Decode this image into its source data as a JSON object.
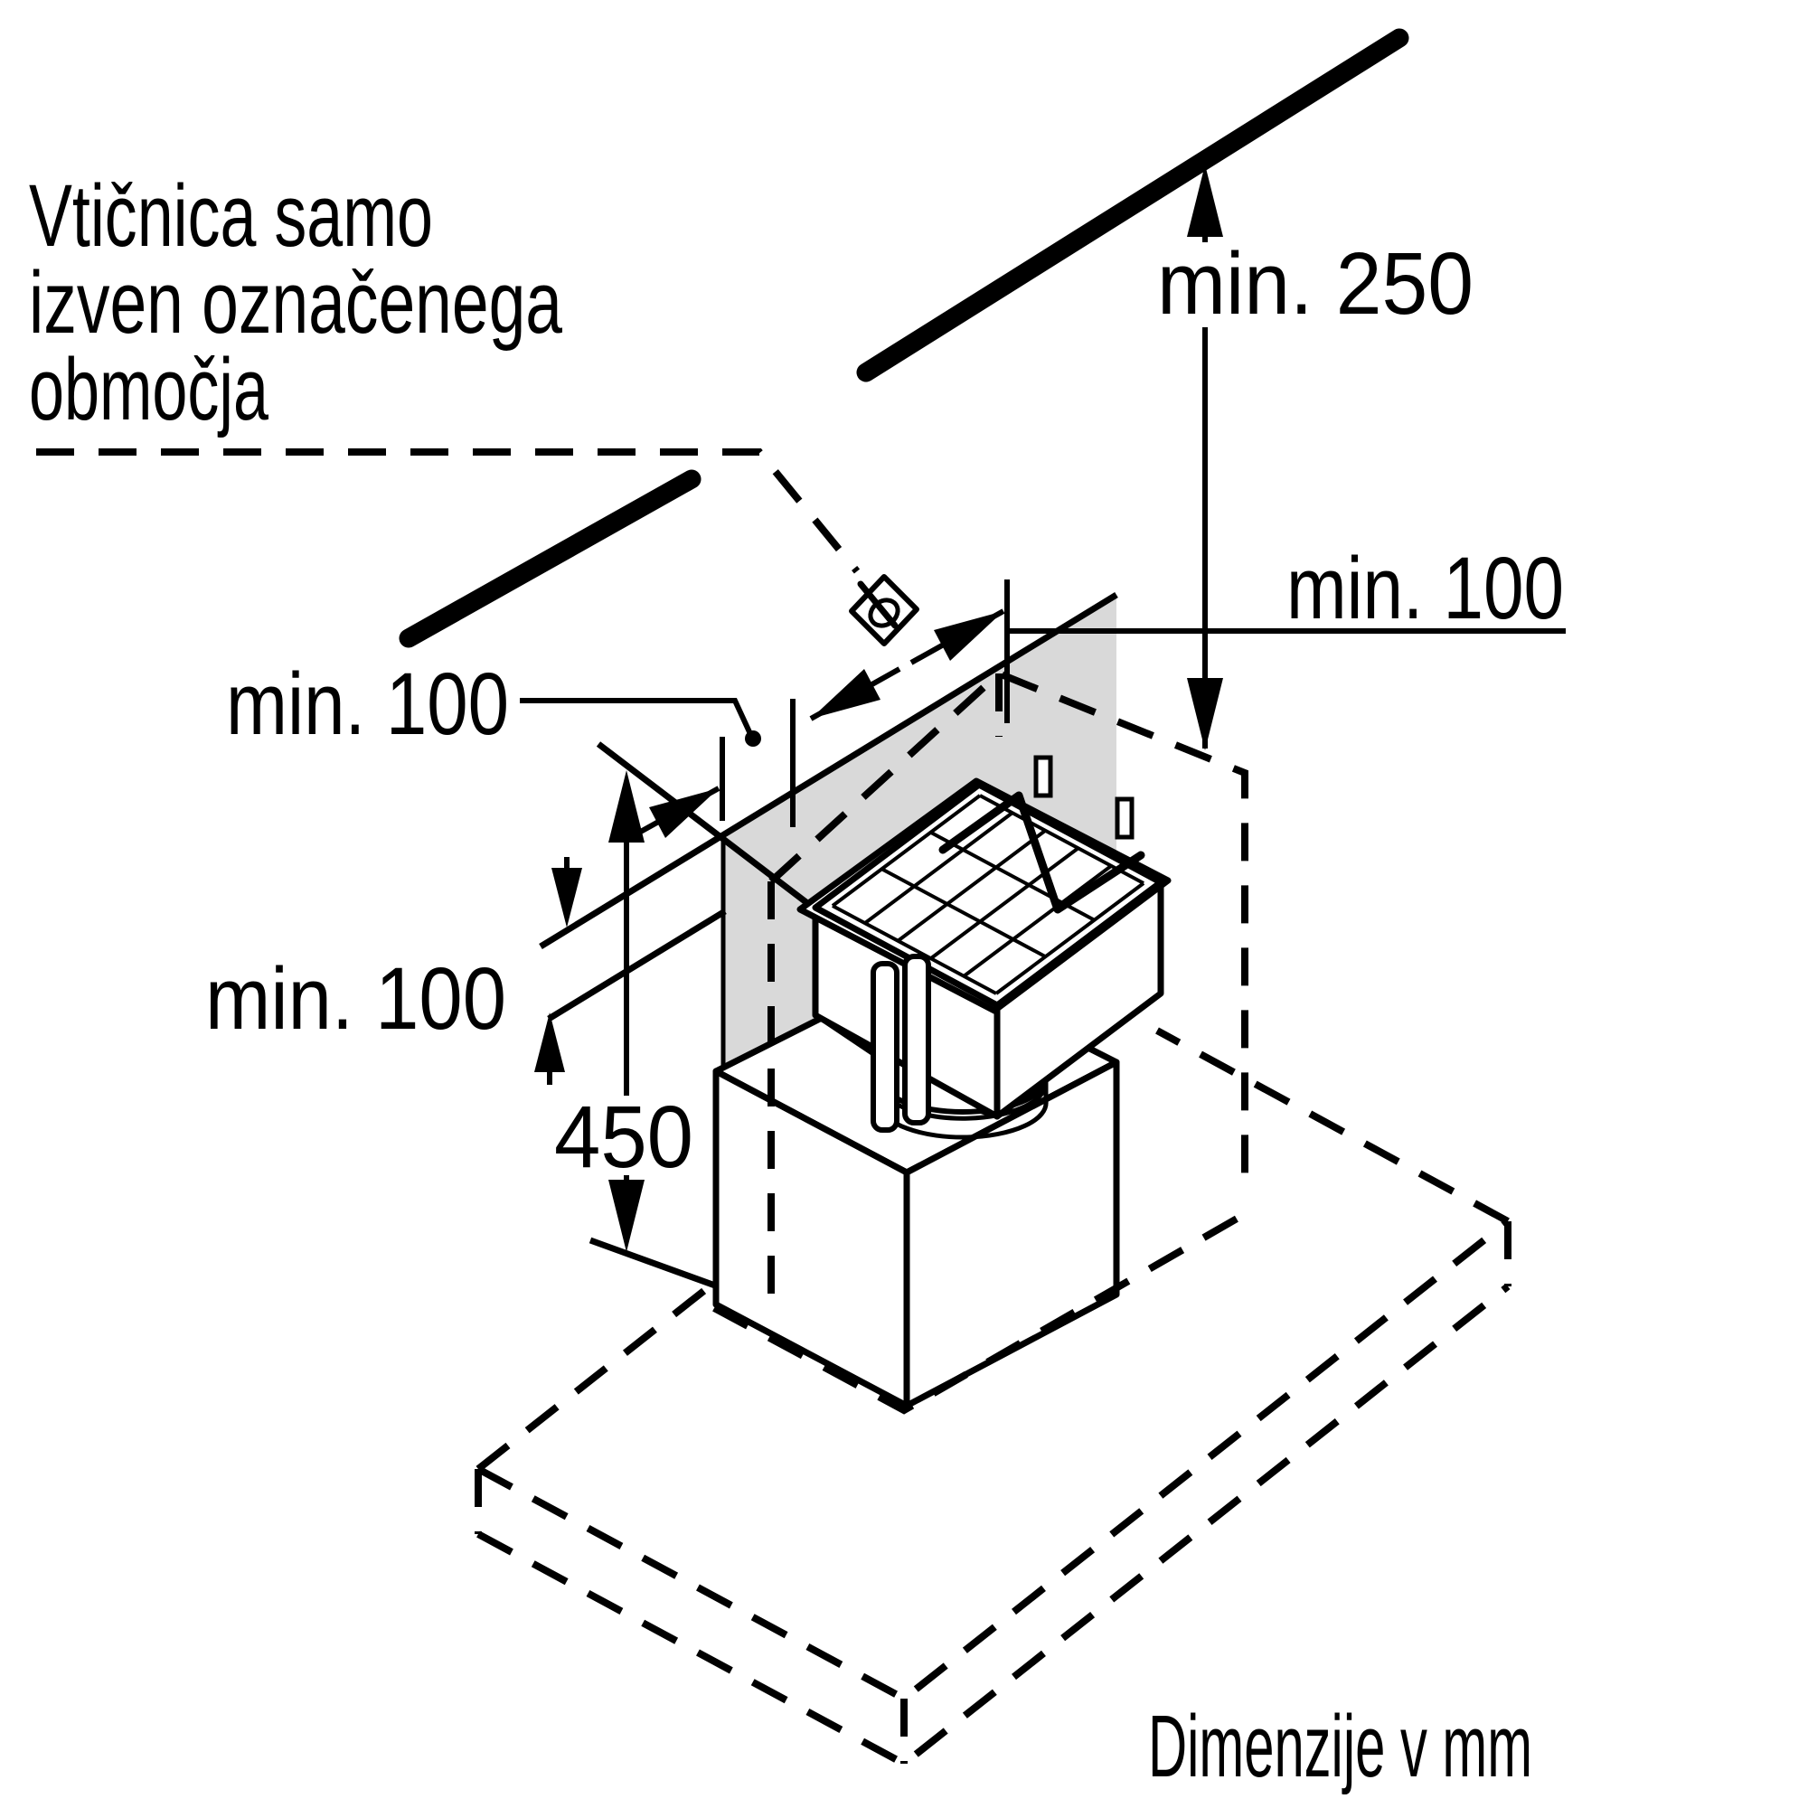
{
  "diagram": {
    "title_note": {
      "line1": "Vtičnica samo",
      "line2": "izven označenega",
      "line3": "območja"
    },
    "dimensions": {
      "ceiling_clearance": "min. 250",
      "side_clearance_right": "min. 100",
      "side_clearance_left": "min. 100",
      "panel_bottom_clearance": "min. 100",
      "panel_height": "450"
    },
    "footer": "Dimenzije v mm",
    "units": "mm",
    "icons": {
      "socket": "power-socket-icon"
    },
    "colors": {
      "ink": "#000000",
      "wall_panel_fill": "#d9d9d9",
      "background": "#ffffff"
    }
  }
}
